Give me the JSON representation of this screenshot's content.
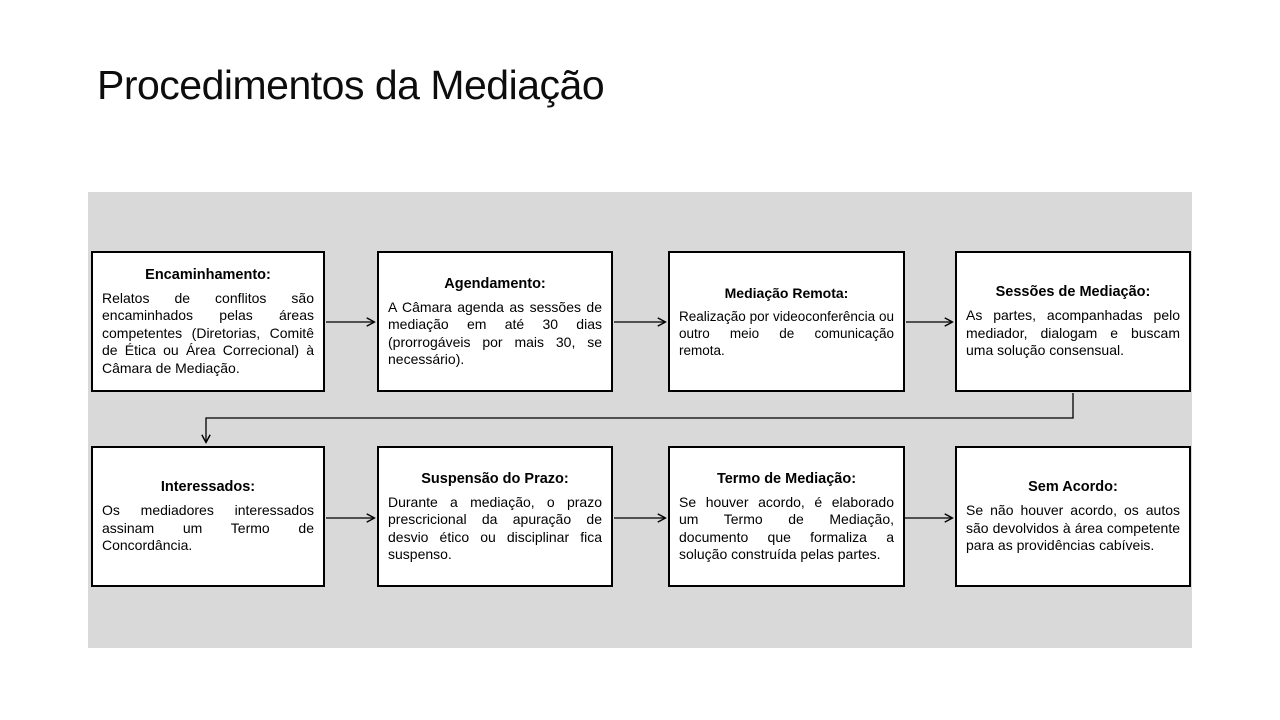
{
  "slide": {
    "title": "Procedimentos da Mediação",
    "background_color": "#ffffff",
    "panel_color": "#d9d9d9",
    "box_fill_color": "#ffffff",
    "box_border_color": "#000000",
    "text_color": "#000000"
  },
  "diagram": {
    "type": "flowchart",
    "flow_description": "Top row flows left to right; an elbow connector drops from 'Sessões de Mediação' down-left into 'Interessados'; bottom row flows left to right.",
    "boxes": [
      {
        "title": "Encaminhamento:",
        "body": "Relatos de conflitos são encaminhados pelas áreas competentes (Diretorias, Comitê de Ética ou Área Correcional) à Câmara de Mediação."
      },
      {
        "title": "Agendamento:",
        "body": "A Câmara agenda as sessões de mediação em até 30 dias (prorrogáveis por mais 30, se necessário)."
      },
      {
        "title": "Mediação Remota:",
        "body": "Realização por videoconferência ou outro meio de comunicação remota."
      },
      {
        "title": "Sessões de Mediação:",
        "body": "As partes, acompanhadas pelo mediador, dialogam e buscam uma solução consensual."
      },
      {
        "title": "Interessados:",
        "body": "Os mediadores interessados assinam um Termo de Concordância."
      },
      {
        "title": "Suspensão do Prazo:",
        "body": "Durante a mediação, o prazo prescricional da apuração de desvio ético ou disciplinar fica suspenso."
      },
      {
        "title": "Termo de Mediação:",
        "body": "Se houver acordo, é elaborado um Termo de Mediação, documento que formaliza a solução construída pelas partes."
      },
      {
        "title": "Sem Acordo:",
        "body": "Se não houver acordo, os autos são devolvidos à área competente para as providências cabíveis."
      }
    ]
  }
}
